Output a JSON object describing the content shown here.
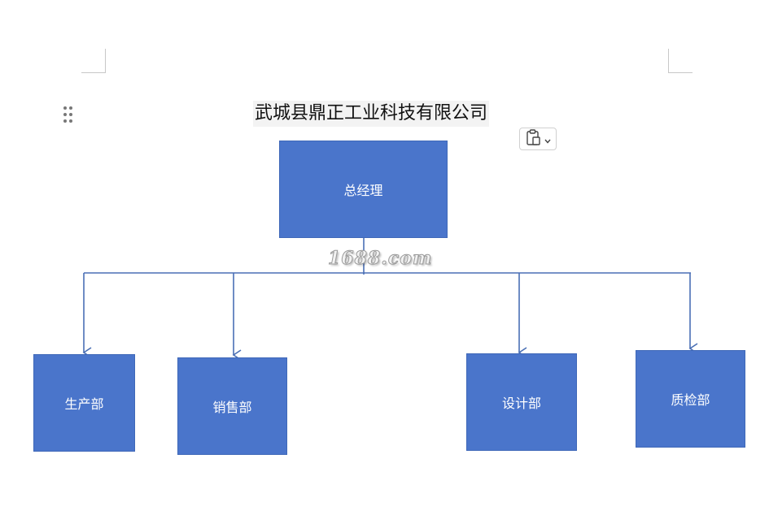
{
  "document": {
    "title": "武城县鼎正工业科技有限公司"
  },
  "org_chart": {
    "root": {
      "label": "总经理"
    },
    "departments": [
      {
        "label": "生产部"
      },
      {
        "label": "销售部"
      },
      {
        "label": "设计部"
      },
      {
        "label": "质检部"
      }
    ]
  },
  "watermark": {
    "text": "1688.com"
  },
  "toolbar": {
    "paste_options_icon": "clipboard-icon",
    "dropdown_icon": "chevron-down-icon",
    "drag_handle_icon": "drag-handle-icon"
  },
  "colors": {
    "box_fill": "#4a75cb",
    "connector": "#4a6fb5",
    "box_text": "#ffffff"
  }
}
